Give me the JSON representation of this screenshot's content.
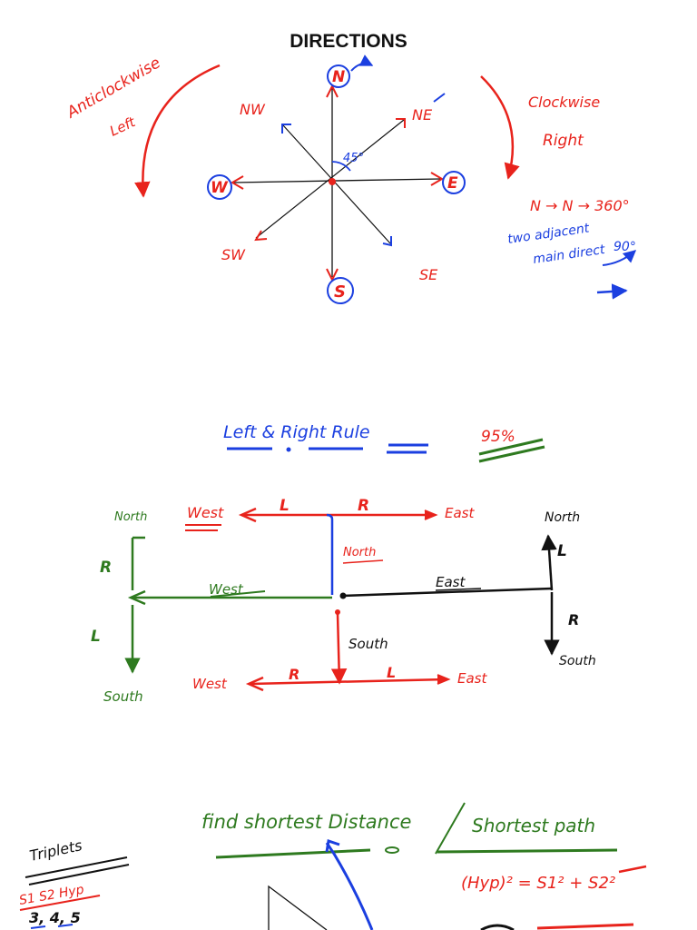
{
  "page": {
    "title": "DIRECTIONS"
  },
  "compass": {
    "north": "N",
    "south": "S",
    "east": "E",
    "west": "W",
    "northeast": "NE",
    "northwest": "NW",
    "southeast": "SE",
    "southwest": "SW",
    "angle": "45°"
  },
  "rotation_notes": {
    "anticlockwise": "Anticlockwise",
    "left": "Left",
    "clockwise": "Clockwise",
    "right": "Right",
    "full_turn": "N → N → 360°",
    "adjacent_line1": "two adjacent",
    "adjacent_line2": "main direct",
    "adjacent_angle": "90°"
  },
  "left_right_rule": {
    "heading": "Left & Right Rule",
    "percent": "95%",
    "top": {
      "west": "West",
      "east": "East",
      "left": "L",
      "right": "R",
      "north": "North"
    },
    "center": {
      "west": "West",
      "east": "East"
    },
    "left_branch": {
      "north": "North",
      "south": "South",
      "right": "R",
      "left": "L"
    },
    "right_branch": {
      "north": "North",
      "south": "South",
      "left": "L",
      "right": "R"
    },
    "bottom": {
      "south": "South",
      "west": "West",
      "east": "East",
      "right": "R",
      "left": "L"
    }
  },
  "shortest": {
    "heading": "find shortest Distance",
    "heading2": "Shortest path",
    "triplets_title": "Triplets",
    "triplets_cols": "S1 S2 Hyp",
    "triplet_values": "3, 4, 5",
    "formula": "(Hyp)² = S1² + S2²"
  },
  "colors": {
    "red": "#e8231c",
    "blue": "#1b3fe0",
    "green": "#2e7a1f",
    "black": "#111111"
  }
}
